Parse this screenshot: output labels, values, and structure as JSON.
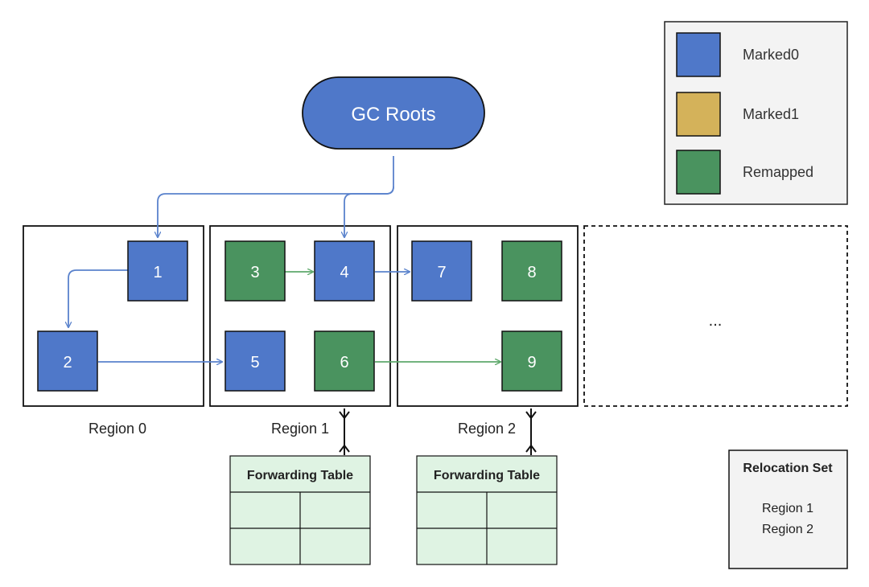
{
  "colors": {
    "marked0": "#4f78c9",
    "marked1": "#d4b25a",
    "remapped": "#4a935f",
    "arrow_blue": "#5a82cc",
    "arrow_green": "#5ea86b",
    "table_fill": "#dff3e3",
    "panel_fill": "#f3f3f3"
  },
  "roots": {
    "label": "GC Roots"
  },
  "legend": {
    "items": [
      {
        "key": "marked0",
        "label": "Marked0"
      },
      {
        "key": "marked1",
        "label": "Marked1"
      },
      {
        "key": "remapped",
        "label": "Remapped"
      }
    ]
  },
  "regions": [
    {
      "label": "Region 0"
    },
    {
      "label": "Region 1"
    },
    {
      "label": "Region 2"
    },
    {
      "label": "..."
    }
  ],
  "objects": [
    {
      "id": "1",
      "state": "marked0"
    },
    {
      "id": "2",
      "state": "marked0"
    },
    {
      "id": "3",
      "state": "remapped"
    },
    {
      "id": "4",
      "state": "marked0"
    },
    {
      "id": "5",
      "state": "marked0"
    },
    {
      "id": "6",
      "state": "remapped"
    },
    {
      "id": "7",
      "state": "marked0"
    },
    {
      "id": "8",
      "state": "remapped"
    },
    {
      "id": "9",
      "state": "remapped"
    }
  ],
  "forwarding_tables": [
    {
      "title": "Forwarding Table"
    },
    {
      "title": "Forwarding Table"
    }
  ],
  "relocation_set": {
    "title": "Relocation Set",
    "items": [
      "Region 1",
      "Region 2"
    ]
  }
}
